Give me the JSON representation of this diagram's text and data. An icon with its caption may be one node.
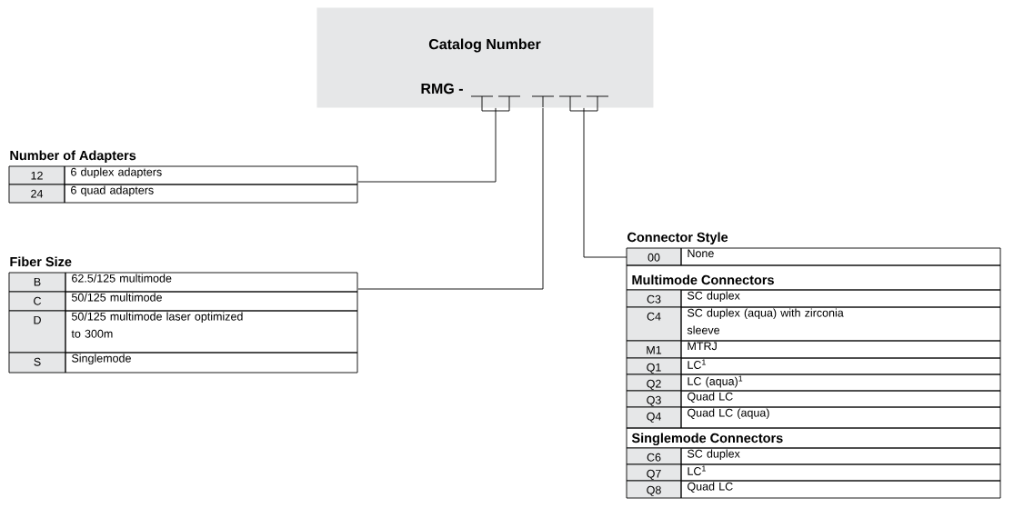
{
  "diagram": {
    "nodes": [
      {
        "text": [
          "Catalog Number",
          "RMG -"
        ]
      },
      {
        "text": [
          "Number of Adapters",
          "12",
          "6 duplex adapters",
          "24",
          "6 quad adapters"
        ]
      },
      {
        "text": [
          "Fiber Size",
          "B",
          "62.5/125 multimode",
          "C",
          "50/125 multimode",
          "D",
          "50/125 multimode laser optimized to 300m",
          "S",
          "Singlemode"
        ]
      },
      {
        "text": [
          "Connector Style",
          "00",
          "None",
          "Multimode Connectors",
          "C3",
          "SC duplex",
          "C4",
          "SC duplex (aqua) with zirconia sleeve",
          "M1",
          "MTRJ",
          "Q1",
          "LC$^{1}$",
          "Q2",
          "LC (aqua)$^{1}$",
          "Q3",
          "Quad LC",
          "Q4",
          "Quad LC (aqua)",
          "Singlemode Connectors",
          "C6",
          "SC duplex",
          "Q7",
          "LC$^{1}$",
          "Q8",
          "Quad LC"
        ]
      }
    ],
    "edges": [
      {
        "from": 0,
        "to": 1,
        "arrow": "none"
      },
      {
        "from": 0,
        "to": 2,
        "arrow": "none"
      },
      {
        "from": 0,
        "to": 3,
        "arrow": "none"
      }
    ]
  }
}
